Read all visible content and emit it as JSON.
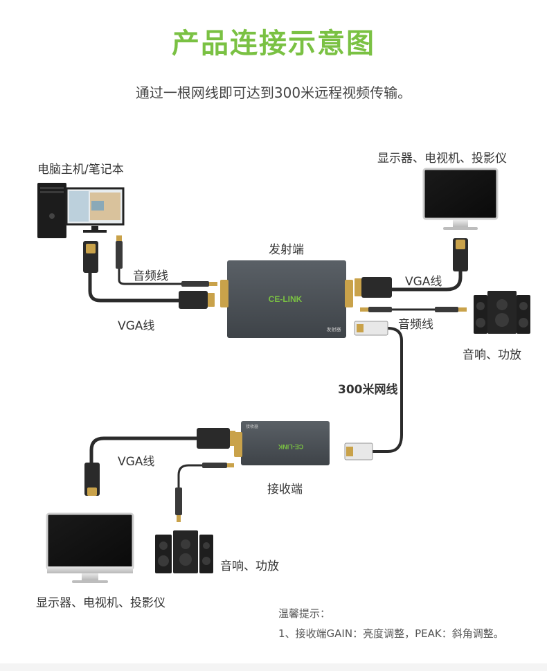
{
  "title": "产品连接示意图",
  "subtitle": "通过一根网线即可达到300米远程视频传输。",
  "labels": {
    "pc": "电脑主机/笔记本",
    "display_top": "显示器、电视机、投影仪",
    "transmitter": "发射端",
    "audio_cable_left": "音频线",
    "vga_cable_left": "VGA线",
    "vga_cable_right": "VGA线",
    "audio_cable_right": "音频线",
    "speaker_top": "音响、功放",
    "network_cable": "300米网线",
    "vga_cable_bottom": "VGA线",
    "receiver": "接收端",
    "speaker_bottom": "音响、功放",
    "display_bottom": "显示器、电视机、投影仪"
  },
  "brand": {
    "logo_text": "CE-LINK",
    "transmitter_panel_text": "发射器",
    "receiver_panel_text": "接收器"
  },
  "notes": {
    "heading": "温馨提示：",
    "line1": "1、接收端GAIN：亮度调整，PEAK：斜角调整。"
  },
  "colors": {
    "title_green": "#7ac143",
    "device_gray": "#4a4f54",
    "cable_dark": "#2b2b2b",
    "vga_blue": "#3a5a78",
    "connector_gold": "#c9a24a"
  }
}
